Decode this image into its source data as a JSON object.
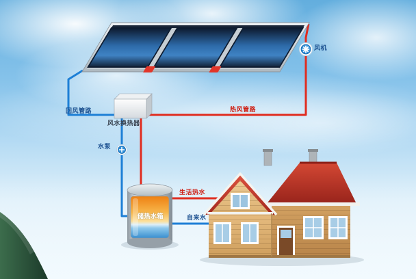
{
  "scene": {
    "title": "solar-air-heating-system-diagram"
  },
  "labels": {
    "fan": "风机",
    "return_air_pipe": "回风管路",
    "hot_air_pipe": "热风管路",
    "heat_exchanger": "风水换热器",
    "pump": "水泵",
    "storage_tank": "储热水箱",
    "domestic_hot_water": "生活热水",
    "tap_water": "自来水"
  },
  "icons": {
    "fan": "fan-icon",
    "pump": "pump-icon"
  },
  "colors": {
    "hot_pipe_red": "#e02c1f",
    "cold_pipe_blue": "#1d7fd6",
    "label_blue": "#1a4f8f",
    "label_red": "#cf1f14",
    "sky_top": "#63aede",
    "panel_blue": "#2d6aa8",
    "roof_red": "#c5362a",
    "wall_wood": "#d8a96b",
    "mountain_green": "#27503a",
    "tank_hot_top": "#ef8617",
    "tank_cold_bottom": "#3a8fd0"
  }
}
